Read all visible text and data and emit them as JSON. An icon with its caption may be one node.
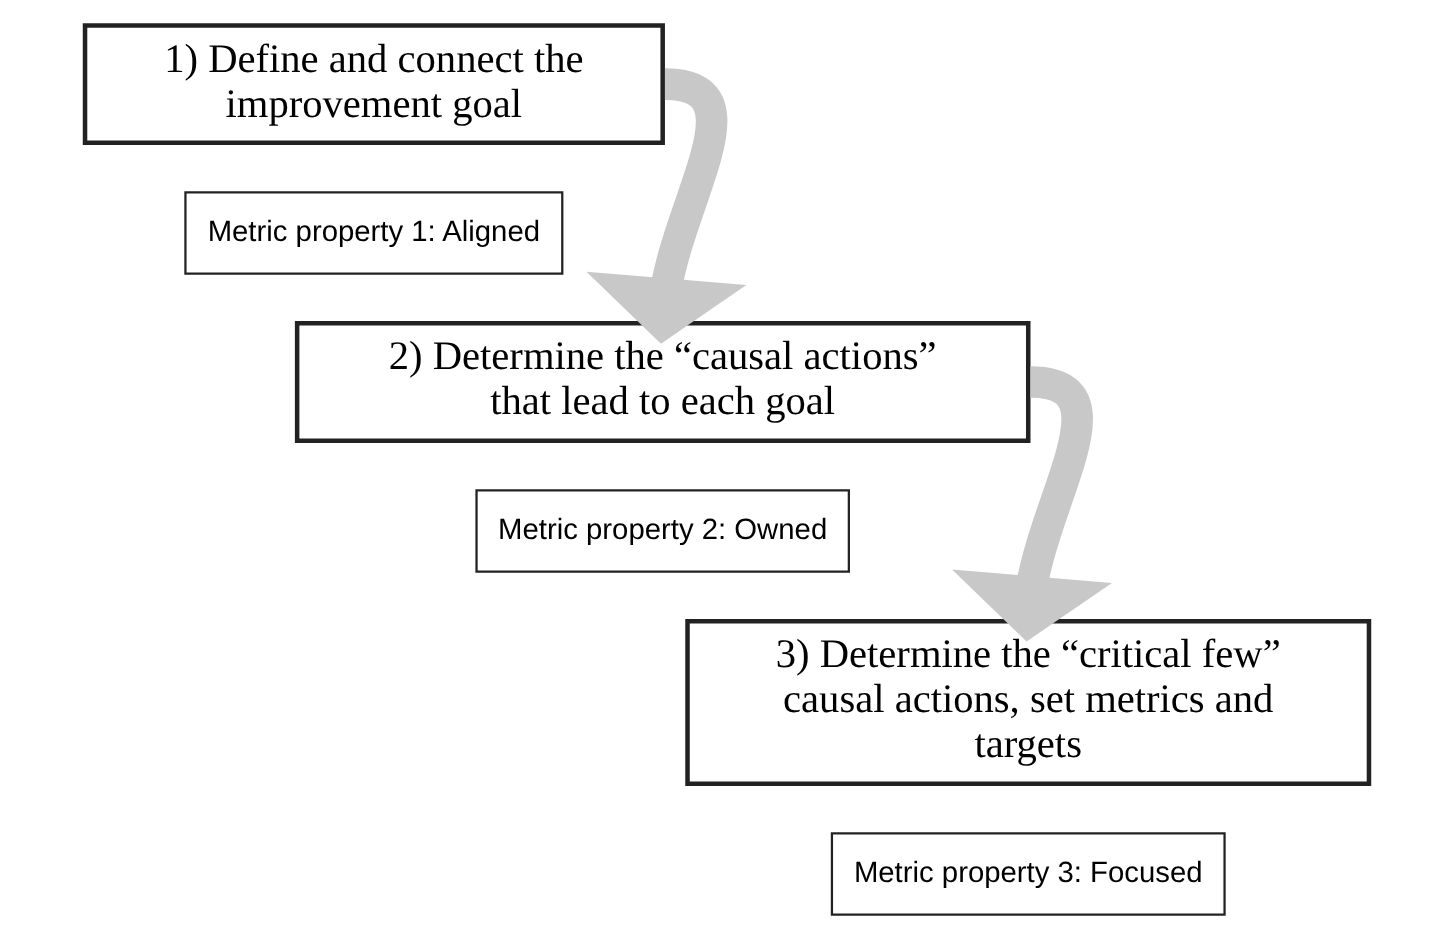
{
  "diagram": {
    "nodes": [
      {
        "text": [
          "1) Define and connect the improvement goal"
        ]
      },
      {
        "text": [
          "Metric property 1: Aligned"
        ]
      },
      {
        "text": [
          "2) Determine the “causal actions” that lead to each goal"
        ]
      },
      {
        "text": [
          "Metric property 2: Owned"
        ]
      },
      {
        "text": [
          "3) Determine the “critical few” causal actions, set metrics and targets"
        ]
      },
      {
        "text": [
          "Metric property 3: Focused"
        ]
      }
    ],
    "edges": [
      {
        "from": 0,
        "to": 2,
        "arrow": "to"
      },
      {
        "from": 2,
        "to": 4,
        "arrow": "to"
      }
    ]
  }
}
